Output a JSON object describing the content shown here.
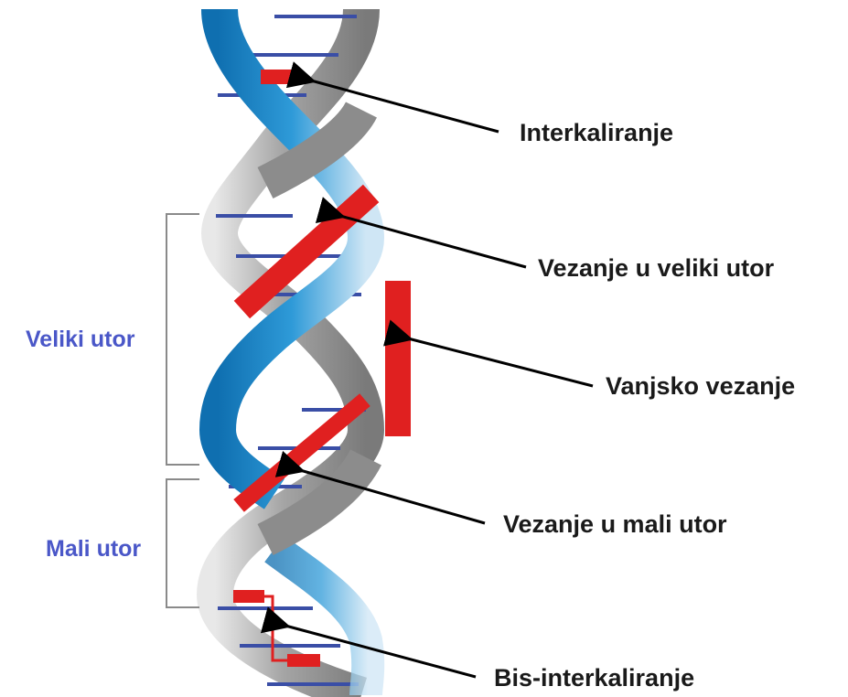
{
  "labels": {
    "intercalation": "Interkaliranje",
    "major_groove_binding": "Vezanje u veliki utor",
    "external_binding": "Vanjsko vezanje",
    "minor_groove_binding": "Vezanje u mali utor",
    "bis_intercalation": "Bis-interkaliranje",
    "major_groove": "Veliki utor",
    "minor_groove": "Mali utor"
  },
  "colors": {
    "blue_strand": "#1f86c8",
    "grey_strand": "#9a9a9a",
    "base_pair": "#3a4ea6",
    "ligand": "#e02020",
    "groove_label": "#4a57c8",
    "arrow": "#000000"
  },
  "icons": {
    "helix": "dna-double-helix",
    "ligand": "red-ligand-block",
    "arrow": "black-pointer-arrow"
  }
}
